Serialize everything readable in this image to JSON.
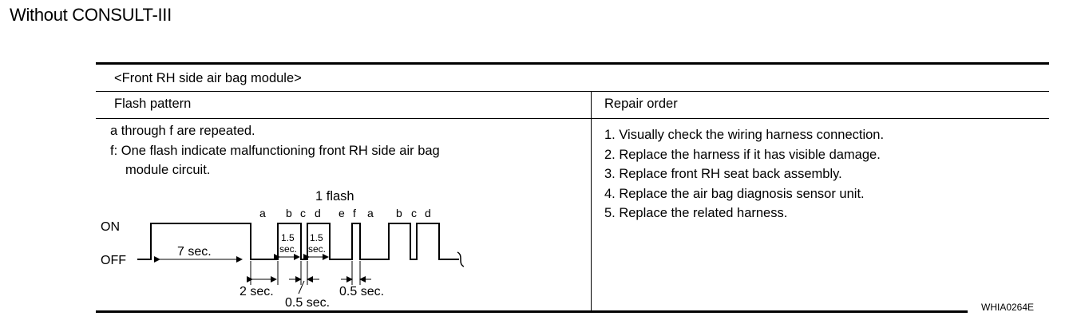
{
  "heading": "Without CONSULT-III",
  "table": {
    "module_title": "<Front RH side air bag module>",
    "col_flash": "Flash pattern",
    "col_repair": "Repair order",
    "description": [
      "a through f are repeated.",
      "f: One flash indicate malfunctioning front RH side air bag",
      "module circuit."
    ],
    "repair_steps": [
      "1. Visually check the wiring harness connection.",
      "2. Replace the harness if it has visible damage.",
      "3. Replace front RH seat back assembly.",
      "4. Replace the air bag diagnosis sensor unit.",
      "5. Replace the related harness."
    ]
  },
  "diagram": {
    "flash_label": "1 flash",
    "letters": [
      "a",
      "b",
      "c",
      "d",
      "e",
      "f",
      "a",
      "b",
      "c",
      "d"
    ],
    "on_label": "ON",
    "off_label": "OFF",
    "seven_sec": "7 sec.",
    "pulse_num": "1.5",
    "pulse_unit": "sec.",
    "two_sec": "2 sec.",
    "half_sec_1": "0.5 sec.",
    "half_sec_2": "0.5 sec."
  },
  "code": "WHIA0264E"
}
